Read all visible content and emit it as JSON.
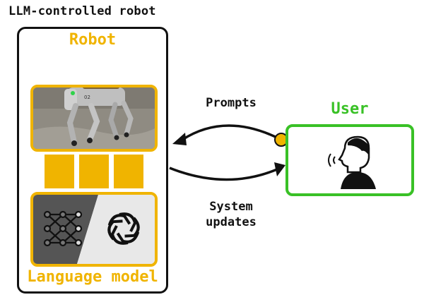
{
  "title": "LLM-controlled robot",
  "robot": {
    "label": "Robot",
    "robot_id": "02"
  },
  "language_model": {
    "label": "Language model"
  },
  "user": {
    "label": "User"
  },
  "edges": {
    "prompts": "Prompts",
    "updates_line1": "System",
    "updates_line2": "updates"
  },
  "colors": {
    "yellow": "#f0b400",
    "green": "#39c126",
    "dark": "#111111"
  },
  "icons": [
    "robot-dog-photo",
    "neural-network-icon",
    "openai-logo-icon",
    "person-speaking-icon"
  ]
}
